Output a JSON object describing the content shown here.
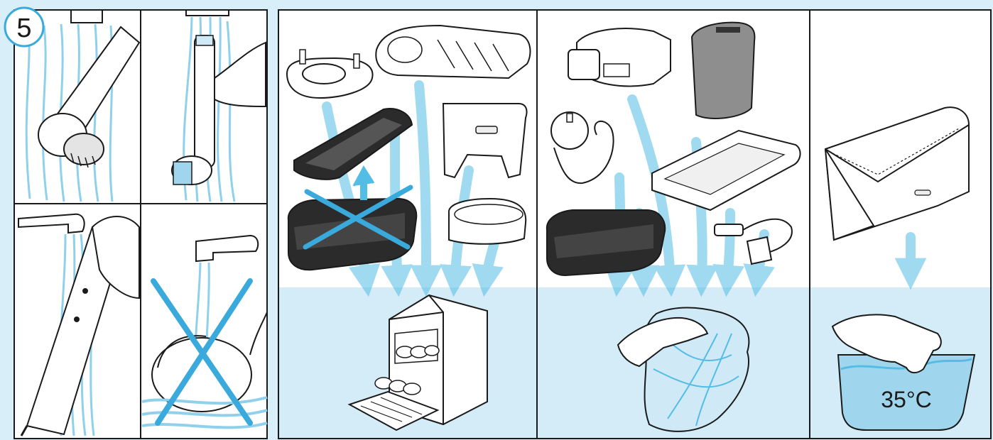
{
  "step": {
    "number": "5"
  },
  "temperature": {
    "label": "35°C"
  },
  "colors": {
    "background": "#d8eef8",
    "water": "#8fd0ec",
    "water_pale": "#d3ecf7",
    "arrow": "#54bde6",
    "cross": "#3aa9dc",
    "outline": "#1a1a1a",
    "dark_part": "#2b2b2b",
    "grey_part": "#8e8e8e"
  },
  "panels": [
    {
      "id": "rinse-brush-head",
      "allowed": true
    },
    {
      "id": "rinse-head-under-tap",
      "allowed": true
    },
    {
      "id": "rinse-handle-under-tap",
      "allowed": true
    },
    {
      "id": "no-charger-in-water",
      "allowed": false
    },
    {
      "id": "dishwasher-safe-parts",
      "allowed": true
    },
    {
      "id": "wipe-with-damp-cloth",
      "allowed": true
    },
    {
      "id": "hand-wash-pouch",
      "allowed": true
    }
  ]
}
